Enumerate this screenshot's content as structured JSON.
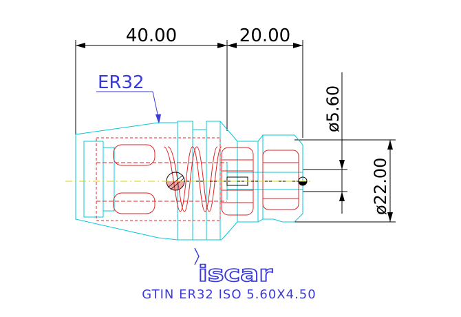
{
  "dimensions": {
    "length_main": "40.00",
    "length_front": "20.00",
    "dia_small": "ø5.60",
    "dia_large": "ø22.00"
  },
  "labels": {
    "collet": "ER32",
    "brand": "iscar",
    "footer": "GTIN ER32 ISO 5.60X4.50"
  },
  "colors": {
    "dimension": "#000000",
    "outline_cyan": "#00c8d8",
    "spring_red": "#e02020",
    "label_blue": "#3a3ad8",
    "centerline_yellow": "#e0d000"
  }
}
